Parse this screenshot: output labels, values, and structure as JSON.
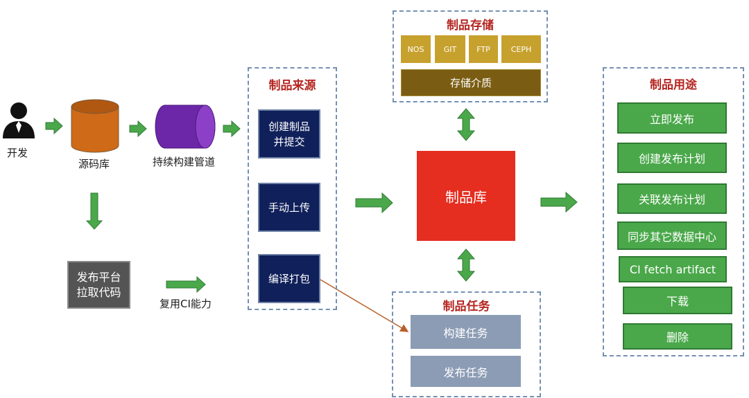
{
  "left": {
    "developer_label": "开发",
    "repo_label": "源码库",
    "pipeline_label": "持续构建管道",
    "publish_platform": "发布平台\n拉取代码",
    "reuse_ci_label": "复用CI能力"
  },
  "sources": {
    "title": "制品来源",
    "items": [
      "创建制品\n并提交",
      "手动上传",
      "编译打包"
    ]
  },
  "storage": {
    "title": "制品存储",
    "backends": [
      "NOS",
      "GIT",
      "FTP",
      "CEPH"
    ],
    "media_label": "存储介质"
  },
  "center": {
    "repository_label": "制品库"
  },
  "tasks": {
    "title": "制品任务",
    "items": [
      "构建任务",
      "发布任务"
    ]
  },
  "usage": {
    "title": "制品用途",
    "items": [
      "立即发布",
      "创建发布计划",
      "关联发布计划",
      "同步其它数据中心",
      "CI fetch artifact",
      "下载",
      "删除"
    ]
  },
  "colors": {
    "arrow_green": "#4aa84a",
    "title_red": "#b4241f",
    "navy": "#10205a",
    "repository_red": "#e52d20"
  }
}
